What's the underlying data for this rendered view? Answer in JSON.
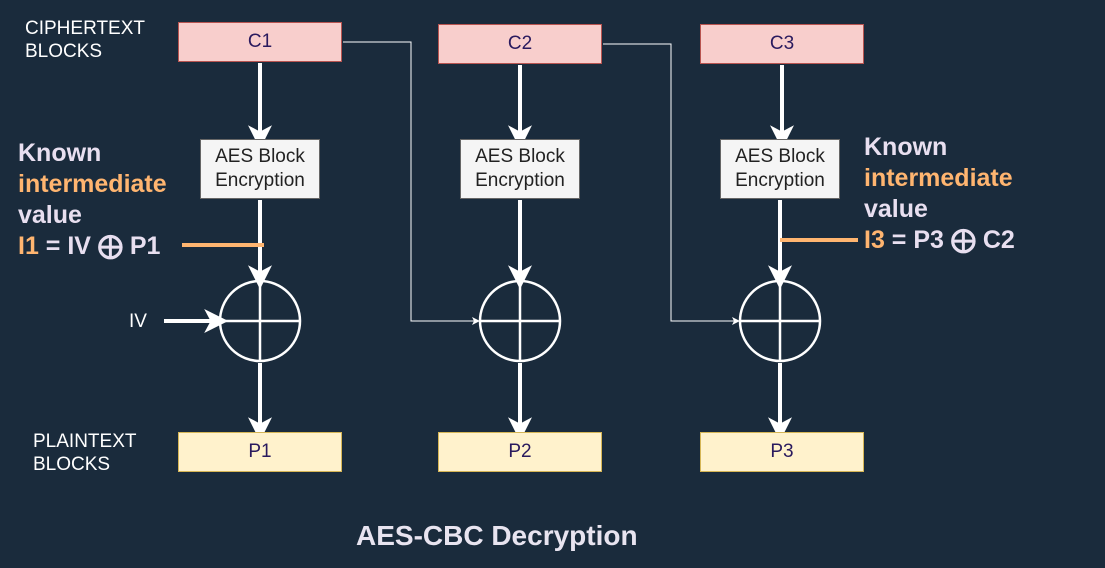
{
  "labels": {
    "ciphertext_blocks": "CIPHERTEXT\nBLOCKS",
    "plaintext_blocks": "PLAINTEXT\nBLOCKS",
    "iv": "IV",
    "title": "AES-CBC Decryption"
  },
  "ciphertext": [
    "C1",
    "C2",
    "C3"
  ],
  "aes_block": "AES Block\nEncryption",
  "plaintext": [
    "P1",
    "P2",
    "P3"
  ],
  "known_left": {
    "line1": "Known",
    "line2": "intermediate",
    "line3": "value",
    "var": "I1",
    "eq": " = IV ",
    "xor": "⨁",
    "rest": " P1"
  },
  "known_right": {
    "line1": "Known",
    "line2": "intermediate",
    "line3": "value",
    "var": "I3",
    "eq": " = P3 ",
    "xor": "⨁",
    "rest": " C2"
  },
  "colors": {
    "background": "#1a2b3c",
    "cipher_fill": "#f8cecc",
    "plain_fill": "#fff2cc",
    "accent": "#ffb570"
  }
}
